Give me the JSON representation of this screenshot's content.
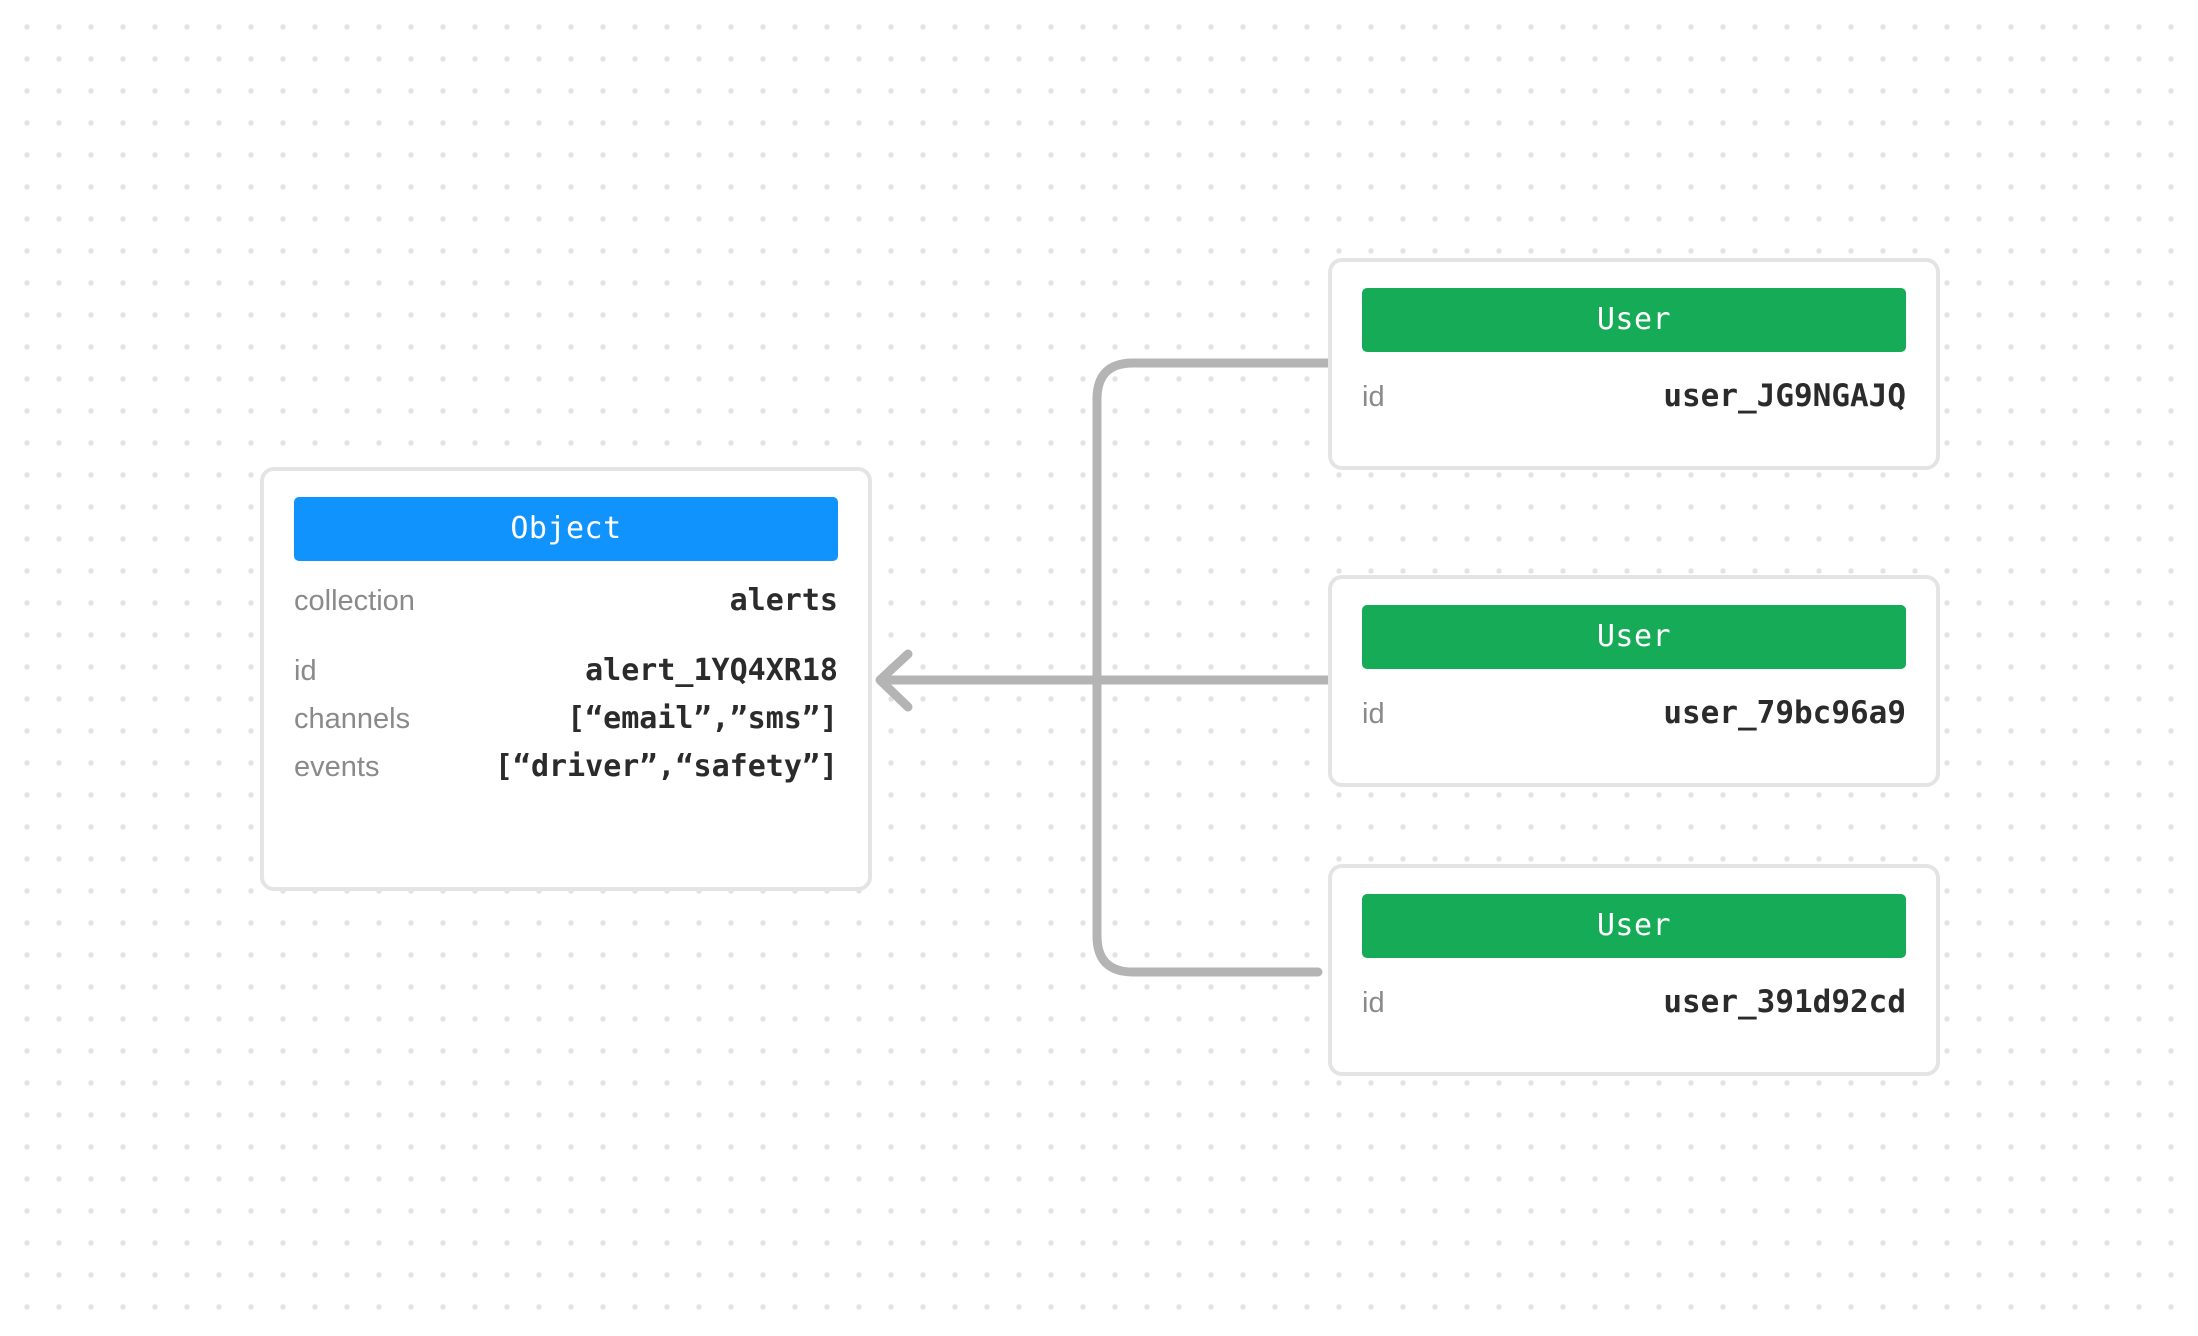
{
  "canvas": {
    "background_color": "#ffffff",
    "dot_grid_color": "#e2e2e2"
  },
  "theme": {
    "object_header_color": "#1193fd",
    "user_header_color": "#16ab57",
    "card_border_color": "#e4e4e4",
    "edge_color": "#b4b4b4",
    "key_text_color": "#8a8a8a",
    "value_text_color": "#2b2b2b"
  },
  "nodes": {
    "object": {
      "header": "Object",
      "fields_primary": [
        {
          "key": "collection",
          "value": "alerts"
        }
      ],
      "fields_secondary": [
        {
          "key": "id",
          "value": "alert_1YQ4XR18"
        },
        {
          "key": "channels",
          "value": "[“email”,”sms”]"
        },
        {
          "key": "events",
          "value": "[“driver”,“safety”]"
        }
      ]
    },
    "users": [
      {
        "header": "User",
        "fields": [
          {
            "key": "id",
            "value": "user_JG9NGAJQ"
          }
        ]
      },
      {
        "header": "User",
        "fields": [
          {
            "key": "id",
            "value": "user_79bc96a9"
          }
        ]
      },
      {
        "header": "User",
        "fields": [
          {
            "key": "id",
            "value": "user_391d92cd"
          }
        ]
      }
    ]
  },
  "edges": {
    "count": 3,
    "direction": "users-to-object",
    "arrow_target": "object-node"
  }
}
